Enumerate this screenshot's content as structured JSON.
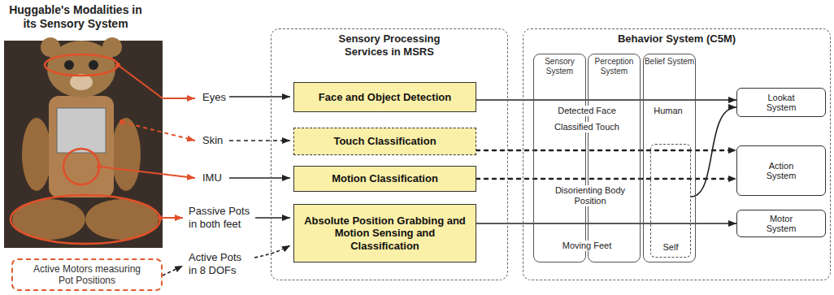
{
  "diagram": {
    "title": "Huggable's Modalities in its Sensory System",
    "nodes": [
      {
        "text": [
          "Sensory Processing Services in MSRS"
        ]
      },
      {
        "text": [
          "Face and Object Detection"
        ],
        "in": 0
      },
      {
        "text": [
          "Touch Classification"
        ],
        "in": 0
      },
      {
        "text": [
          "Motion Classification"
        ],
        "in": 0
      },
      {
        "text": [
          "Absolute Position Grabbing and Motion Sensing and Classification"
        ],
        "in": 0
      },
      {
        "text": [
          "Behavior System (C5M)"
        ]
      },
      {
        "text": [
          "Sensory System"
        ],
        "in": 5
      },
      {
        "text": [
          "Perception System"
        ],
        "in": 5
      },
      {
        "text": [
          "Belief System"
        ],
        "in": 5
      },
      {
        "text": [
          "Self"
        ],
        "in": 8
      },
      {
        "text": [
          "Lookat System"
        ],
        "in": 5
      },
      {
        "text": [
          "Action System"
        ],
        "in": 5
      },
      {
        "text": [
          "Motor System"
        ],
        "in": 5
      },
      {
        "text": [
          "Active Motors measuring Pot Positions"
        ]
      }
    ],
    "edges": [
      {
        "from": 1,
        "to": 10,
        "arrow": "to"
      },
      {
        "from": 2,
        "to": 11,
        "arrow": "to"
      },
      {
        "from": 3,
        "to": 11,
        "arrow": "to"
      },
      {
        "from": 4,
        "to": 12,
        "arrow": "to"
      },
      {
        "from": 9,
        "to": 10,
        "arrow": "to"
      }
    ],
    "labels": [
      "Eyes",
      "Skin",
      "IMU",
      "Passive Pots in both feet",
      "Active Pots in 8 DOFs",
      "Detected Face",
      "Classified Touch",
      "Disorienting Body Position",
      "Moving Feet",
      "Human"
    ]
  }
}
